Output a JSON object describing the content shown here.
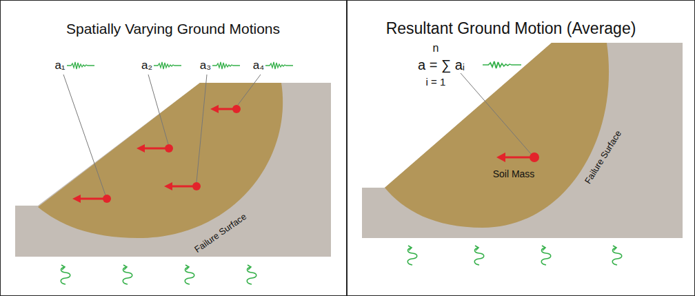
{
  "diagram": {
    "nodes": [
      {
        "text": [
          "Spatially Varying Ground Motions"
        ]
      },
      {
        "text": [
          "Resultant Ground Motion (Average)"
        ]
      }
    ],
    "labels": [
      "a₁",
      "a₂",
      "a₃",
      "a₄",
      "Failure Surface",
      "n",
      "a = ∑ aᵢ",
      "i = 1",
      "Soil Mass",
      "Failure Surface"
    ]
  }
}
